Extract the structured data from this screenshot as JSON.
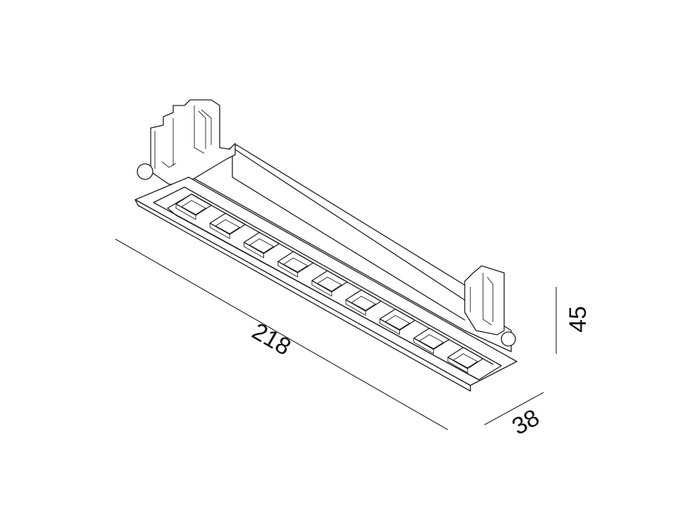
{
  "dimensions": {
    "length": "218",
    "height": "45",
    "width": "38"
  },
  "module_count": 9
}
